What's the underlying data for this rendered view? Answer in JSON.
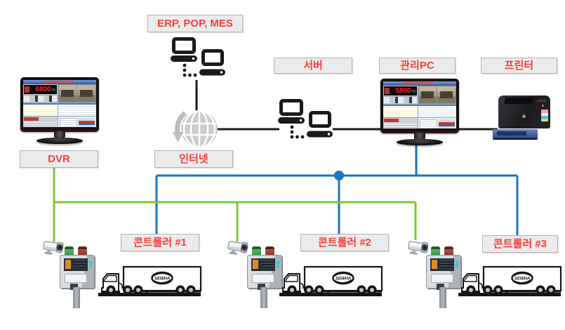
{
  "colors": {
    "blue_line": "#1c76bc",
    "green_line": "#7dc832",
    "black_line": "#1a1a1a",
    "label_text": "#fa3c3c",
    "label_bg": "#ebebeb",
    "label_border": "#b3b3b3"
  },
  "labels": {
    "erp": "ERP, POP, MES",
    "internet": "인터넷",
    "dvr": "DVR",
    "server": "서버",
    "mgmt_pc": "관리PC",
    "printer": "프린터",
    "controller1": "콘트롤러 #1",
    "controller2": "콘트롤러 #2",
    "controller3": "콘트롤러 #3"
  },
  "screens": {
    "dvr": {
      "weight": "6800",
      "unit": "kg"
    },
    "mgmt_pc": {
      "weight": "5800",
      "unit": "kg"
    }
  },
  "truck": {
    "logo": "SEWHA"
  },
  "connections": [
    {
      "from": "ERP, POP, MES",
      "to": "인터넷",
      "line": "black"
    },
    {
      "from": "인터넷",
      "to": "서버",
      "line": "black"
    },
    {
      "from": "서버",
      "to": "관리PC",
      "line": "black"
    },
    {
      "from": "관리PC",
      "to": "프린터",
      "line": "black"
    },
    {
      "from": "관리PC",
      "to": "콘트롤러 #1",
      "line": "blue"
    },
    {
      "from": "관리PC",
      "to": "콘트롤러 #2",
      "line": "blue"
    },
    {
      "from": "관리PC",
      "to": "콘트롤러 #3",
      "line": "blue"
    },
    {
      "from": "DVR",
      "to": "camera-1",
      "line": "green"
    },
    {
      "from": "DVR",
      "to": "camera-2",
      "line": "green"
    },
    {
      "from": "DVR",
      "to": "camera-3",
      "line": "green"
    }
  ]
}
